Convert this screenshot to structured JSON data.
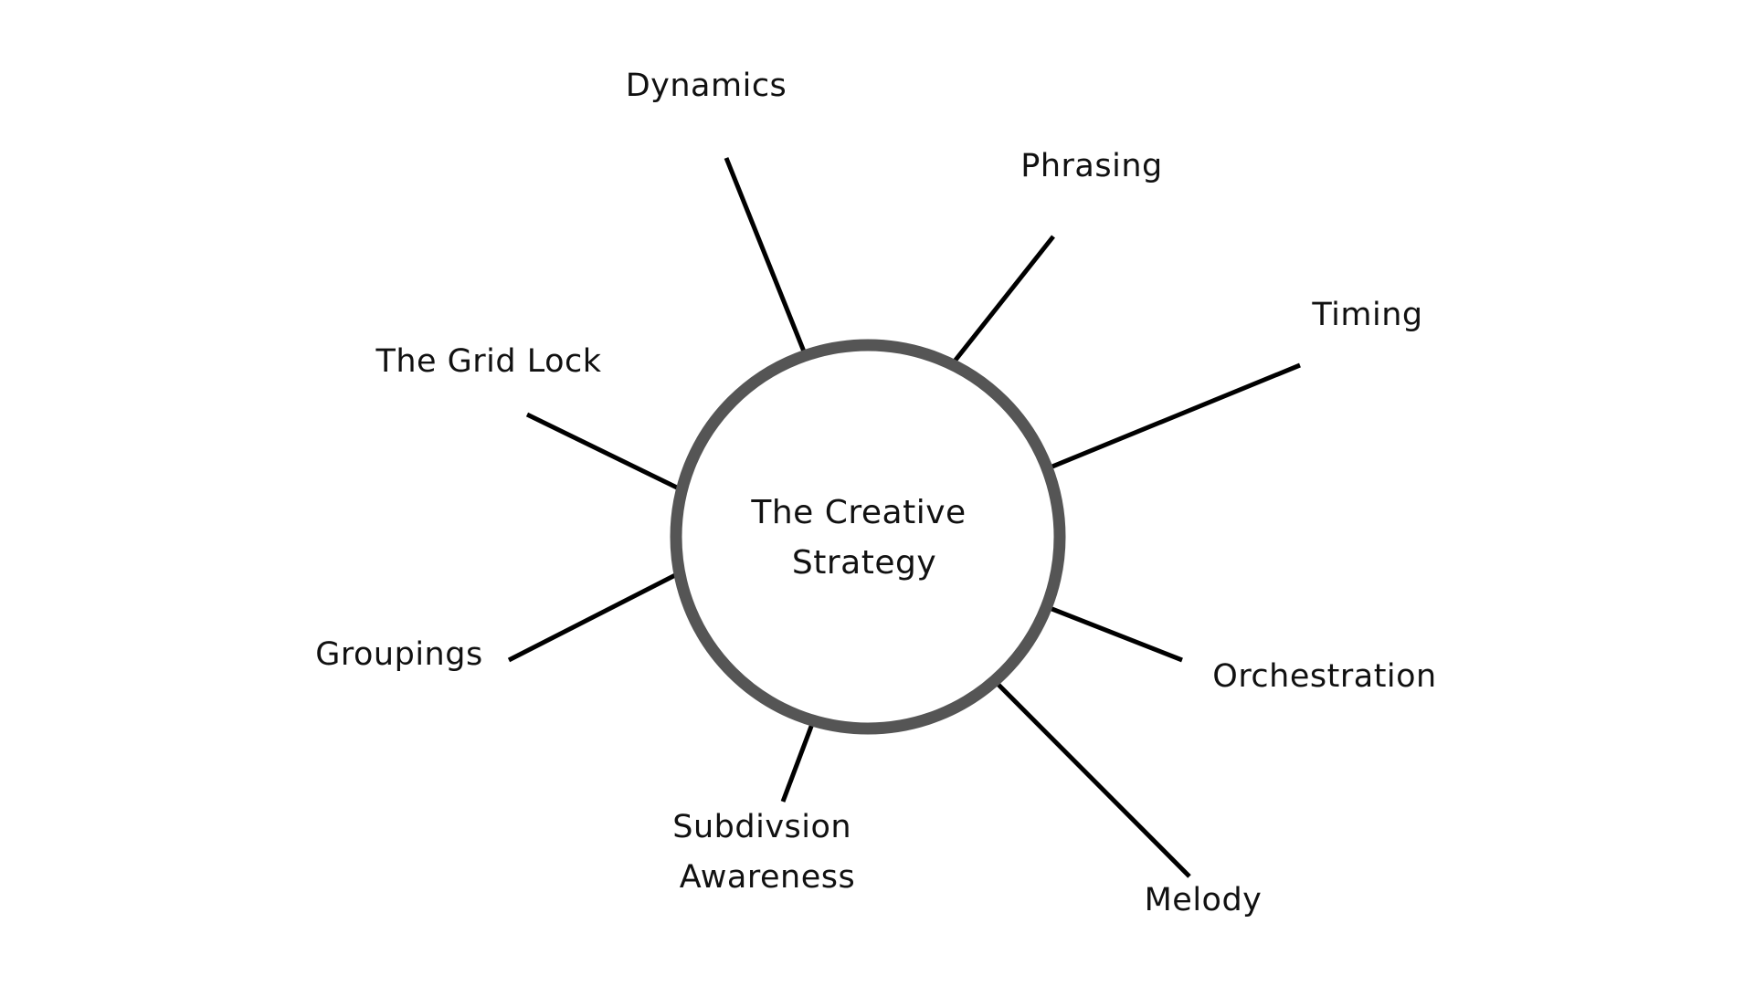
{
  "diagram": {
    "center": {
      "lines": [
        "The Creative",
        "Strategy"
      ]
    },
    "branches": [
      {
        "id": "dynamics",
        "label": [
          "Dynamics"
        ]
      },
      {
        "id": "phrasing",
        "label": [
          "Phrasing"
        ]
      },
      {
        "id": "timing",
        "label": [
          "Timing"
        ]
      },
      {
        "id": "grid-lock",
        "label": [
          "The Grid Lock"
        ]
      },
      {
        "id": "groupings",
        "label": [
          "Groupings"
        ]
      },
      {
        "id": "orchestration",
        "label": [
          "Orchestration"
        ]
      },
      {
        "id": "subdivision-awareness",
        "label": [
          "Subdivsion",
          "Awareness"
        ]
      },
      {
        "id": "melody",
        "label": [
          "Melody"
        ]
      }
    ],
    "colors": {
      "hub_stroke": "#555555",
      "spoke": "#000000",
      "text": "#111111",
      "background": "#ffffff"
    }
  }
}
